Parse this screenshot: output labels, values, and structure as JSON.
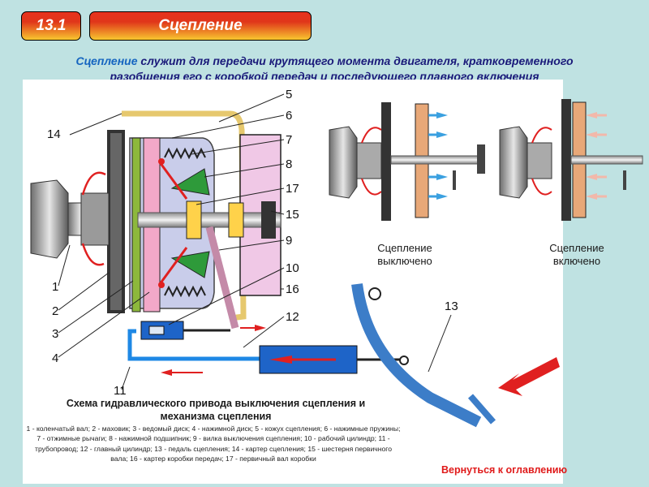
{
  "header": {
    "section_number": "13.1",
    "title": "Сцепление"
  },
  "intro": {
    "highlight": "Сцепление",
    "line1_rest": " служит для передачи крутящего момента двигателя, кратковременного",
    "line2": "разобщения его с коробкой передач и последующего плавного включения"
  },
  "diagram": {
    "labels": [
      "1",
      "2",
      "3",
      "4",
      "5",
      "6",
      "7",
      "8",
      "9",
      "10",
      "11",
      "12",
      "13",
      "14",
      "15",
      "16",
      "17"
    ],
    "title_line1": "Схема гидравлического привода выключения сцепления и",
    "title_line2": "механизма сцепления",
    "legend": "1 - коленчатый вал; 2 - маховик; 3 - ведомый диск; 4 - нажимной диск; 5 - кожух сцепления; 6 - нажимные пружины; 7 - отжимные рычаги; 8 - нажимной подшипник; 9 - вилка выключения сцепления; 10 - рабочий цилиндр; 11 - трубопровод; 12 - главный цилиндр; 13 - педаль сцепления; 14 - картер сцепления; 15 - шестерня первичного вала; 16 - картер коробки передач; 17 - первичный вал коробки"
  },
  "states": {
    "disengaged_line1": "Сцепление",
    "disengaged_line2": "выключено",
    "engaged_line1": "Сцепление",
    "engaged_line2": "включено"
  },
  "nav": {
    "back_link": "Вернуться к оглавлению"
  },
  "colors": {
    "header_gradient_top": "#e8321e",
    "header_gradient_bottom": "#f8c830",
    "background": "#bfe2e2",
    "intro_text": "#1a1a7a",
    "back_link": "#e01a1a"
  }
}
